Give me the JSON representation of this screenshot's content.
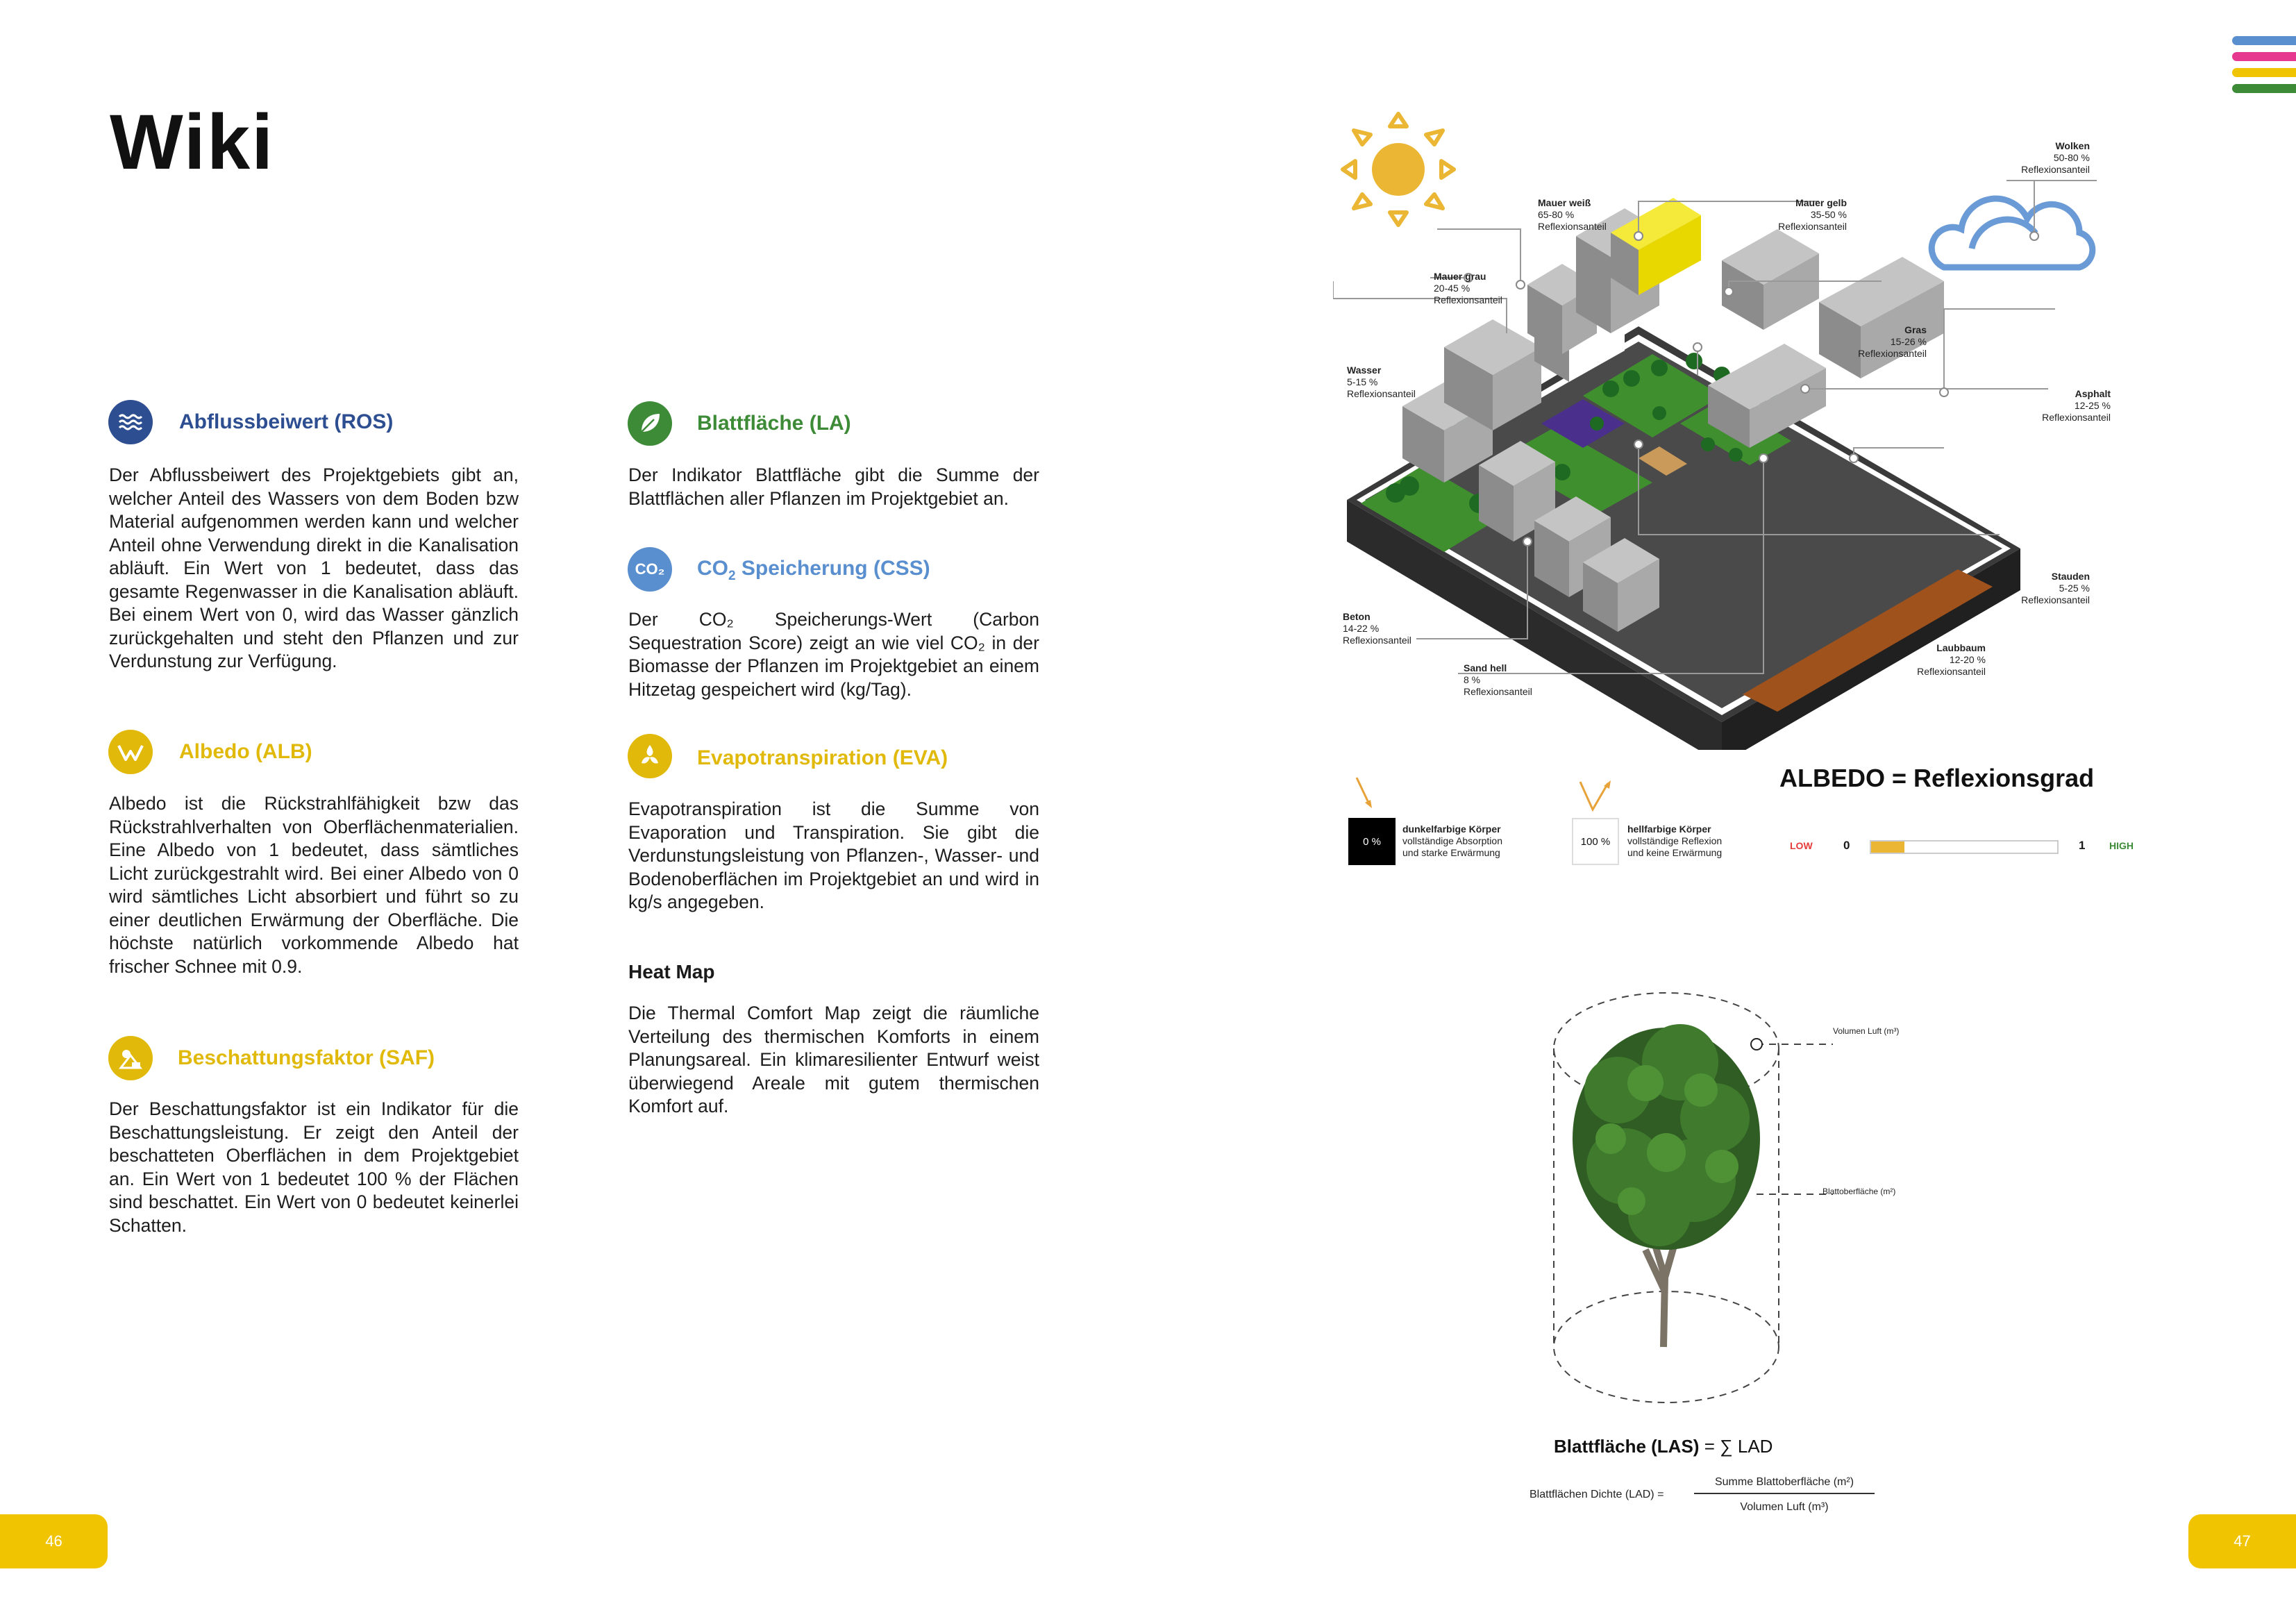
{
  "page": {
    "title": "Wiki",
    "left_number": "46",
    "right_number": "47"
  },
  "sections": {
    "ros": {
      "title": "Abflussbeiwert (ROS)",
      "text": "Der Abflussbeiwert des Projektgebiets gibt an, welcher Anteil des Wassers von dem Boden bzw Material aufgenommen werden kann und welcher Anteil ohne Verwendung direkt in die Kanalisation abläuft. Ein Wert von 1 bedeutet, dass das gesamte Regenwasser in die Kanalisation abläuft. Bei einem Wert von 0, wird das Wasser gänzlich zurückgehalten und steht den Pflanzen und zur Verdunstung zur Verfügung."
    },
    "alb": {
      "title": "Albedo (ALB)",
      "text": "Albedo ist die Rückstrahlfähigkeit bzw das Rückstrahlverhalten von Oberflächenmaterialien. Eine Albedo von 1 bedeutet, dass sämtliches Licht zurückgestrahlt wird. Bei einer Albedo von 0 wird sämtliches Licht absorbiert und führt so zu einer deutlichen Erwärmung der Oberfläche. Die höchste natürlich vorkommende Albedo hat frischer Schnee mit 0.9."
    },
    "saf": {
      "title": "Beschattungsfaktor (SAF)",
      "text": "Der Beschattungsfaktor ist ein Indikator für die Beschattungsleistung. Er zeigt den Anteil der beschatteten Oberflächen in dem Projektgebiet an. Ein Wert von 1 bedeutet 100 % der Flächen sind beschattet. Ein Wert von 0 bedeutet keinerlei Schatten."
    },
    "la": {
      "title": "Blattfläche (LA)",
      "text": "Der Indikator Blattfläche gibt die Summe der Blattflächen aller Pflanzen im Projektgebiet an."
    },
    "css": {
      "title_pre": "CO",
      "title_sub": "2",
      "title_post": " Speicherung (CSS)",
      "icon_text": "CO₂",
      "text": "Der CO₂ Speicherungs-Wert (Carbon Sequestration Score) zeigt an wie viel CO₂ in der Biomasse der Pflanzen im Projektgebiet an einem Hitzetag gespeichert wird (kg/Tag)."
    },
    "eva": {
      "title": "Evapotranspiration (EVA)",
      "text": "Evapotranspiration ist die Summe von Evaporation und Transpiration. Sie gibt die Verdunstungsleistung von Pflanzen-, Wasser- und Bodenoberflächen im Projektgebiet an und wird in kg/s angegeben."
    },
    "heat": {
      "title": "Heat Map",
      "text": "Die Thermal Comfort Map zeigt die räumliche Verteilung des thermischen Komforts in einem Planungsareal. Ein klimaresilienter Entwurf weist überwiegend Areale mit gutem thermischen Komfort auf."
    }
  },
  "albedo_figure": {
    "labels": {
      "wolken": [
        "Wolken",
        "50-80 %",
        "Reflexionsanteil"
      ],
      "mauer_weiss": [
        "Mauer weiß",
        "65-80 %",
        "Reflexionsanteil"
      ],
      "mauer_gelb": [
        "Mauer gelb",
        "35-50 %",
        "Reflexionsanteil"
      ],
      "mauer_grau": [
        "Mauer grau",
        "20-45 %",
        "Reflexionsanteil"
      ],
      "gras": [
        "Gras",
        "15-26 %",
        "Reflexionsanteil"
      ],
      "wasser": [
        "Wasser",
        "5-15 %",
        "Reflexionsanteil"
      ],
      "asphalt": [
        "Asphalt",
        "12-25 %",
        "Reflexionsanteil"
      ],
      "stauden": [
        "Stauden",
        "5-25 %",
        "Reflexionsanteil"
      ],
      "beton": [
        "Beton",
        "14-22 %",
        "Reflexionsanteil"
      ],
      "laubbaum": [
        "Laubbaum",
        "12-20 %",
        "Reflexionsanteil"
      ],
      "sand_hell": [
        "Sand hell",
        "8 %",
        "Reflexionsanteil"
      ]
    },
    "formula_title": "ALBEDO = Reflexionsgrad",
    "dark_box": "0 %",
    "dark_title": "dunkelfarbige Körper",
    "dark_desc1": "vollständige Absorption",
    "dark_desc2": "und starke Erwärmung",
    "light_box": "100 %",
    "light_title": "hellfarbige Körper",
    "light_desc1": "vollständige Reflexion",
    "light_desc2": "und keine Erwärmung",
    "scale": {
      "low": "LOW",
      "min": "0",
      "max": "1",
      "high": "HIGH",
      "fill_fraction": 0.18
    }
  },
  "tree_figure": {
    "volume_label": "Volumen Luft (m³)",
    "leaf_label": "Blattoberfläche (m²)",
    "formula_title_bold": "Blattfläche (LAS)",
    "formula_title_rest": " = ∑ LAD",
    "density_label": "Blattflächen Dichte (LAD) =",
    "numerator": "Summe Blattoberfläche (m²)",
    "denominator": "Volumen Luft (m³)"
  },
  "colors": {
    "accent_blue": "#2d4e91",
    "accent_green": "#3d8b37",
    "accent_yellow": "#f0c400",
    "accent_lightblue": "#5a8fcf",
    "stripe_pink": "#e5388e"
  }
}
